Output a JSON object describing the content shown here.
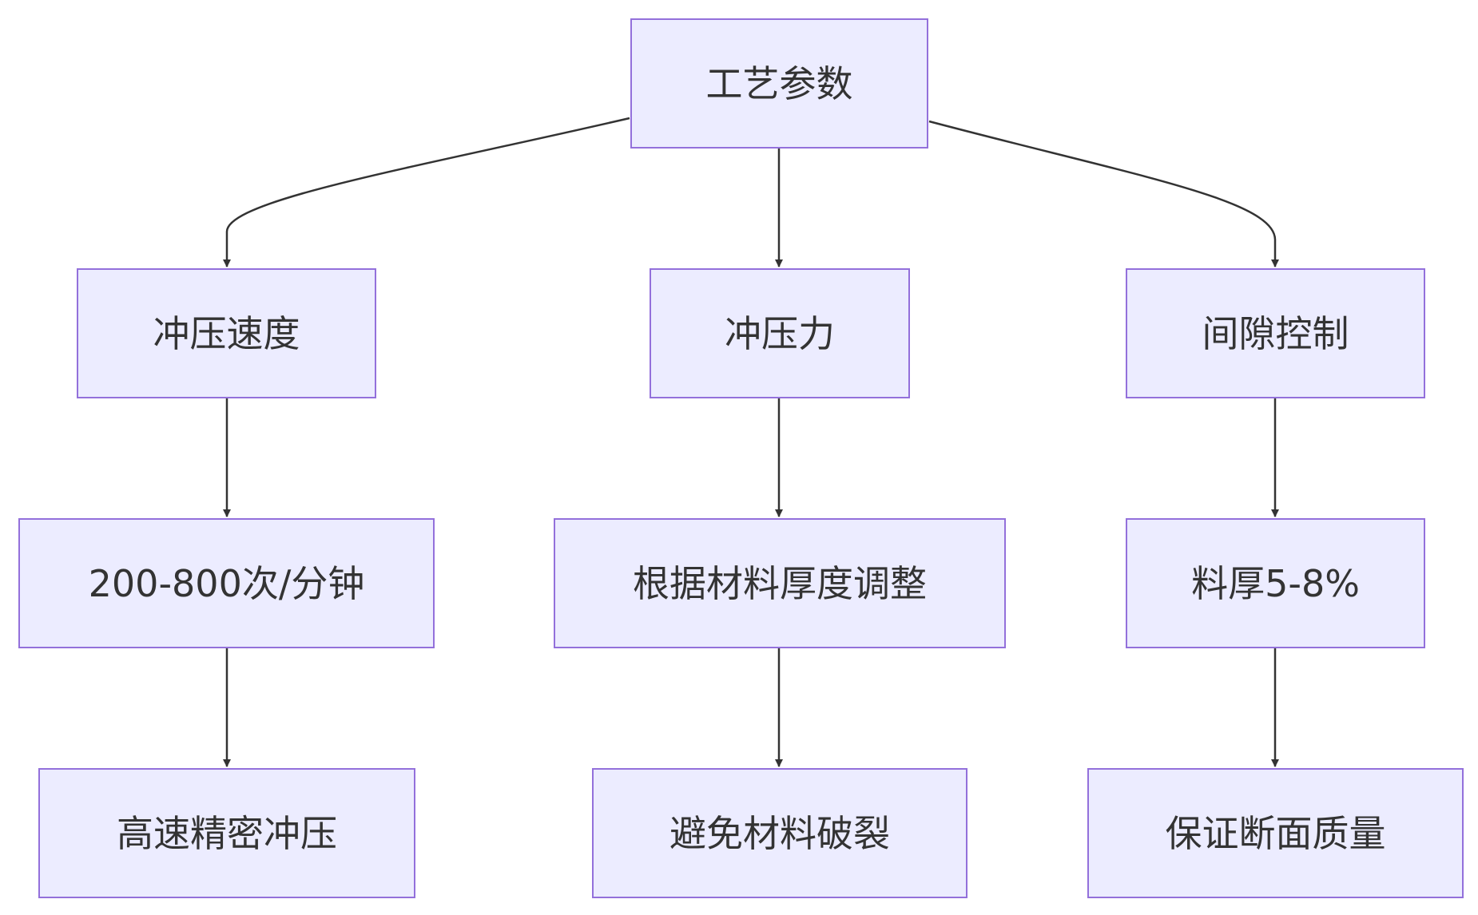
{
  "diagram": {
    "type": "flowchart",
    "direction": "top-down",
    "colors": {
      "node_fill": "#ECECFF",
      "node_border": "#9370DB",
      "edge": "#333333",
      "text": "#333333"
    },
    "nodes": {
      "root": "工艺参数",
      "speed": "冲压速度",
      "force": "冲压力",
      "gap": "间隙控制",
      "speed_value": "200-800次/分钟",
      "force_value": "根据材料厚度调整",
      "gap_value": "料厚5-8%",
      "speed_result": "高速精密冲压",
      "force_result": "避免材料破裂",
      "gap_result": "保证断面质量"
    },
    "edges": [
      {
        "from": "root",
        "to": "speed"
      },
      {
        "from": "root",
        "to": "force"
      },
      {
        "from": "root",
        "to": "gap"
      },
      {
        "from": "speed",
        "to": "speed_value"
      },
      {
        "from": "force",
        "to": "force_value"
      },
      {
        "from": "gap",
        "to": "gap_value"
      },
      {
        "from": "speed_value",
        "to": "speed_result"
      },
      {
        "from": "force_value",
        "to": "force_result"
      },
      {
        "from": "gap_value",
        "to": "gap_result"
      }
    ]
  }
}
